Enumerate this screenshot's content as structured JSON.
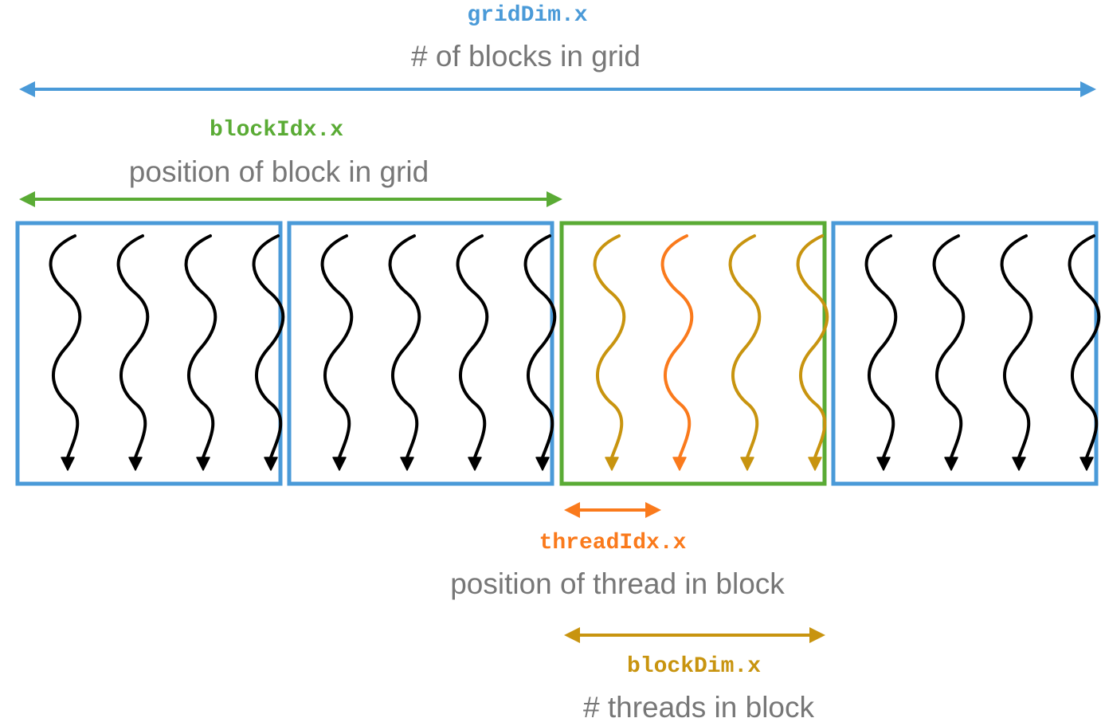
{
  "colors": {
    "grid": "#4a9ad8",
    "block_idx": "#5aab35",
    "thread_idx": "#fa7a1c",
    "block_dim": "#c8940f",
    "thread": "#000000",
    "desc_text": "#777777"
  },
  "labels": {
    "grid_dim": {
      "code": "gridDim.x",
      "desc": "# of blocks in grid"
    },
    "block_idx": {
      "code": "blockIdx.x",
      "desc": "position of block in grid"
    },
    "thread_idx": {
      "code": "threadIdx.x",
      "desc": "position of thread in block"
    },
    "block_dim": {
      "code": "blockDim.x",
      "desc": "# threads in block"
    }
  },
  "grid": {
    "block_count": 4,
    "threads_per_block": 4,
    "highlighted_block": 2,
    "highlighted_thread": 1
  }
}
